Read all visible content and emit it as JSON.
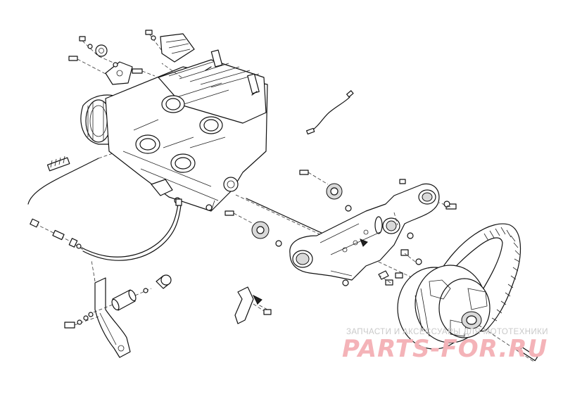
{
  "diagram": {
    "description_type": "exploded parts view",
    "line_color": "#111111",
    "background": "#ffffff"
  },
  "watermark": {
    "tagline": "ЗАПЧАСТИ И АКСЕССУАРЫ ДЛЯ МОТОТЕХНИКИ",
    "logo_text": "PARTS-FOR.RU",
    "tagline_color": "#c9c9c9",
    "logo_color": "#f4b3b8"
  }
}
